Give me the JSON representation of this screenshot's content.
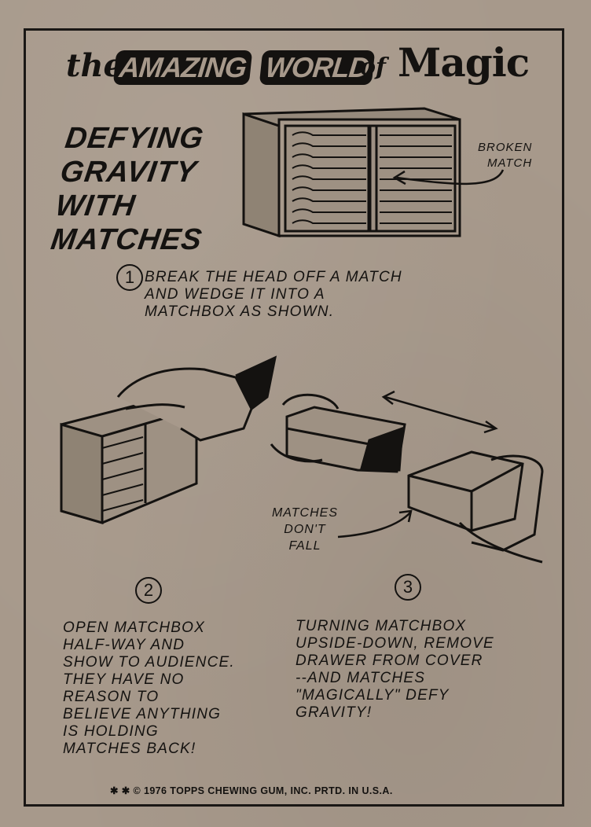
{
  "header": {
    "the": "the",
    "amazing": "AMAZING",
    "world": "WORLD",
    "of": "of",
    "magic": "Magic"
  },
  "trick_title": [
    "DEFYING",
    "GRAVITY",
    "WITH",
    "MATCHES"
  ],
  "callouts": {
    "broken_match": [
      "BROKEN",
      "MATCH"
    ],
    "matches_dont_fall": [
      "MATCHES",
      "DON'T",
      "FALL"
    ]
  },
  "steps": [
    {
      "number": "1",
      "lines": [
        "BREAK THE HEAD OFF A MATCH",
        "AND WEDGE IT INTO A",
        "MATCHBOX AS SHOWN."
      ]
    },
    {
      "number": "2",
      "lines": [
        "OPEN MATCHBOX",
        "HALF-WAY AND",
        "SHOW TO AUDIENCE.",
        "THEY HAVE NO",
        "REASON TO",
        "BELIEVE ANYTHING",
        "IS HOLDING",
        "MATCHES BACK!"
      ]
    },
    {
      "number": "3",
      "lines": [
        "TURNING MATCHBOX",
        "UPSIDE-DOWN, REMOVE",
        "DRAWER FROM COVER",
        "--AND MATCHES",
        "\"MAGICALLY\" DEFY",
        "GRAVITY!"
      ]
    }
  ],
  "footer": "✱ ✱ © 1976 TOPPS CHEWING GUM, INC. PRTD. IN U.S.A."
}
